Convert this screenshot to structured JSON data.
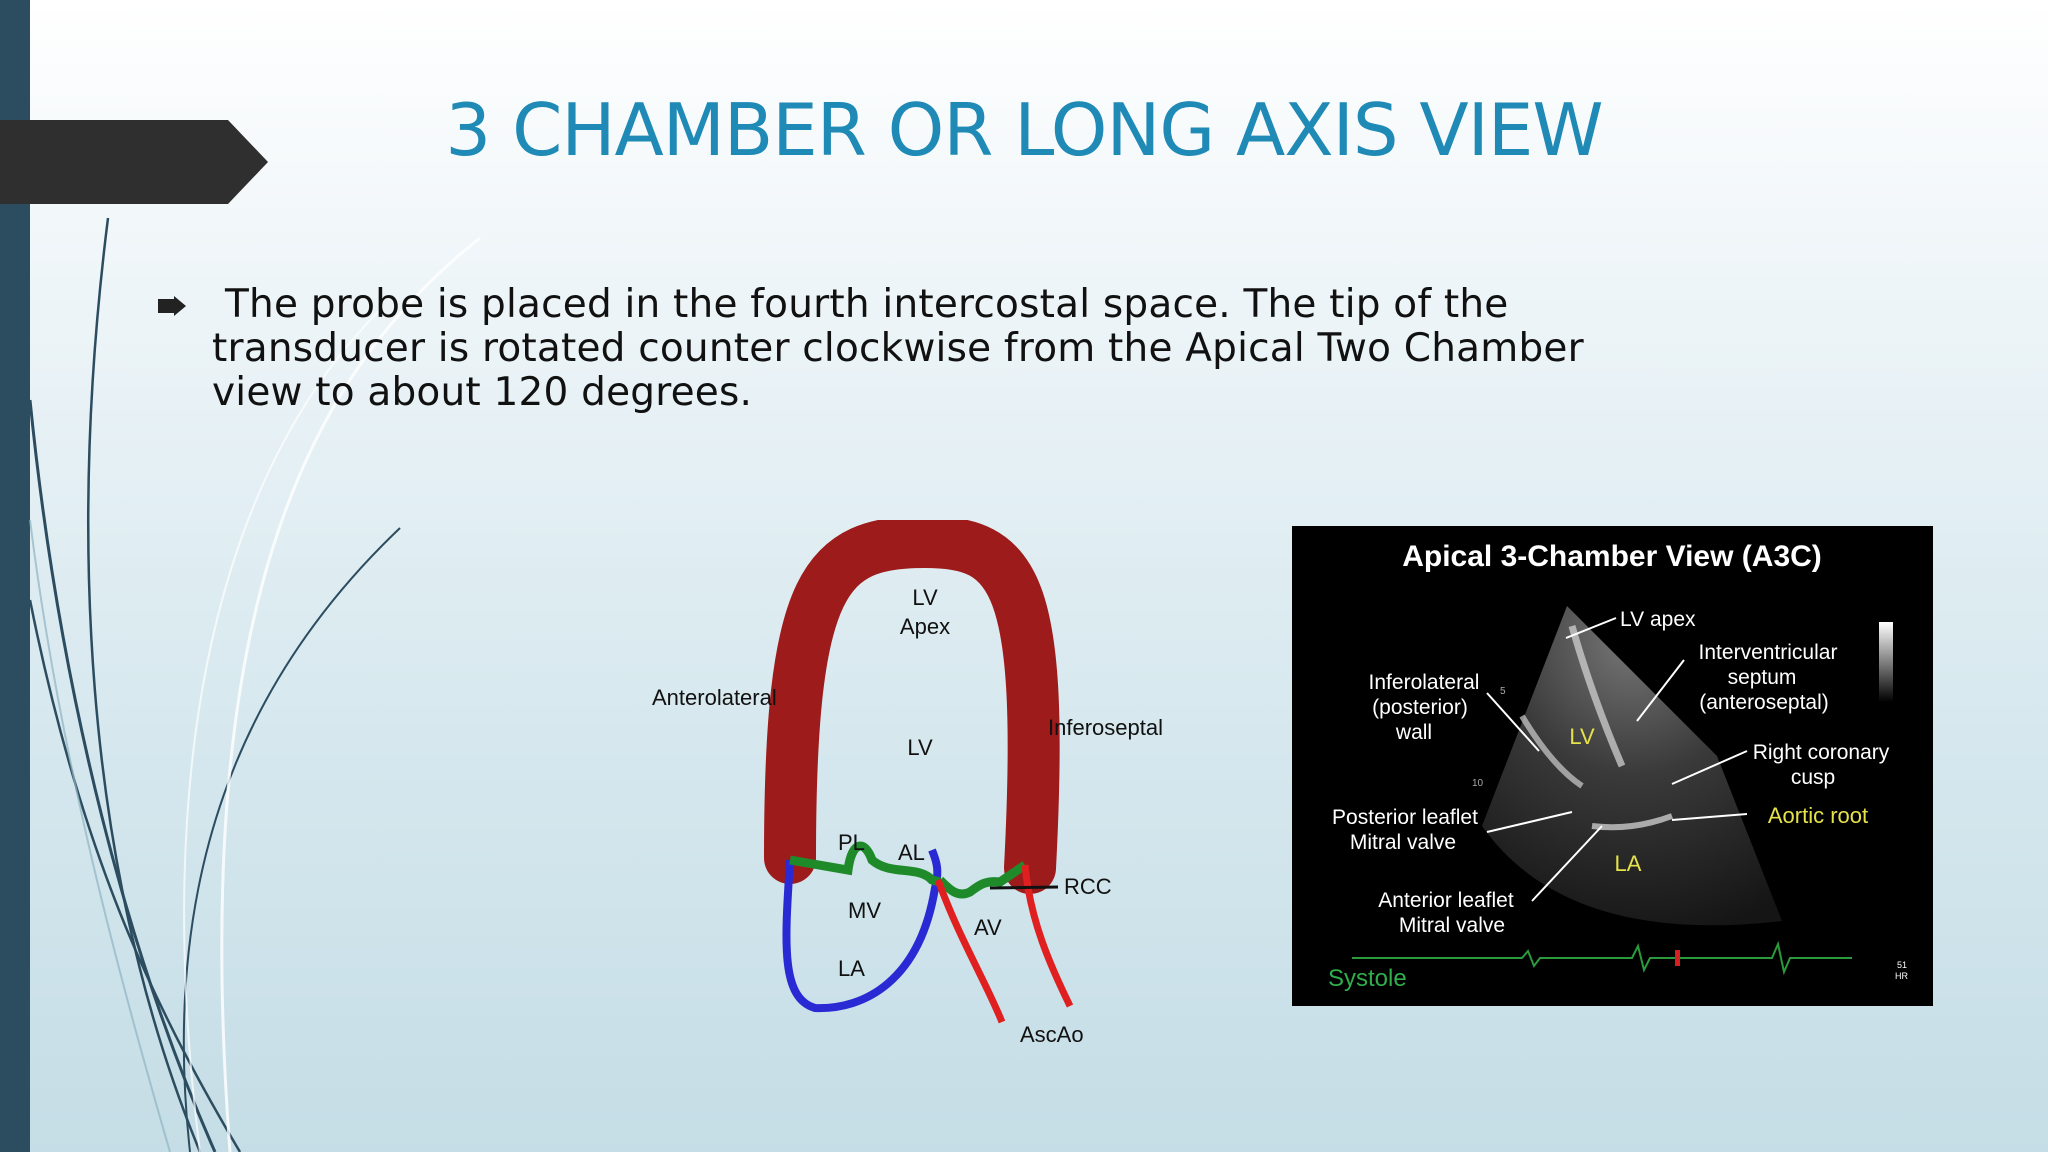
{
  "slide": {
    "title": "3 CHAMBER OR LONG AXIS VIEW",
    "bullet": "The probe is placed in the fourth intercostal space. The tip of the transducer is rotated counter clockwise from the Apical Two Chamber view to about 120 degrees.",
    "bullet_icon": "arrow-bullet-icon",
    "accent_color": "#1e8ab5",
    "sidebar_color": "#2c4c60"
  },
  "diagram": {
    "lv_apex_line1": "LV",
    "lv_apex_line2": "Apex",
    "lv": "LV",
    "anterolateral": "Anterolateral",
    "inferoseptal": "Inferoseptal",
    "pl": "PL",
    "al": "AL",
    "mv": "MV",
    "la": "LA",
    "av": "AV",
    "rcc": "RCC",
    "ascao": "AscAo"
  },
  "echo": {
    "title": "Apical 3-Chamber View (A3C)",
    "lv_apex": "LV apex",
    "ivs_line1": "Interventricular",
    "ivs_line2": "septum",
    "ivs_line3": "(anteroseptal)",
    "infero_line1": "Inferolateral",
    "infero_line2": "(posterior)",
    "infero_line3": "wall",
    "lv": "LV",
    "rcc_line1": "Right coronary",
    "rcc_line2": "cusp",
    "aortic_root": "Aortic root",
    "pml_line1": "Posterior leaflet",
    "pml_line2": "Mitral valve",
    "la": "LA",
    "aml_line1": "Anterior leaflet",
    "aml_line2": "Mitral valve",
    "systole": "Systole",
    "hr_value": "51",
    "hr_unit": "HR",
    "depth_tick_5": "5",
    "depth_tick_10": "10"
  }
}
